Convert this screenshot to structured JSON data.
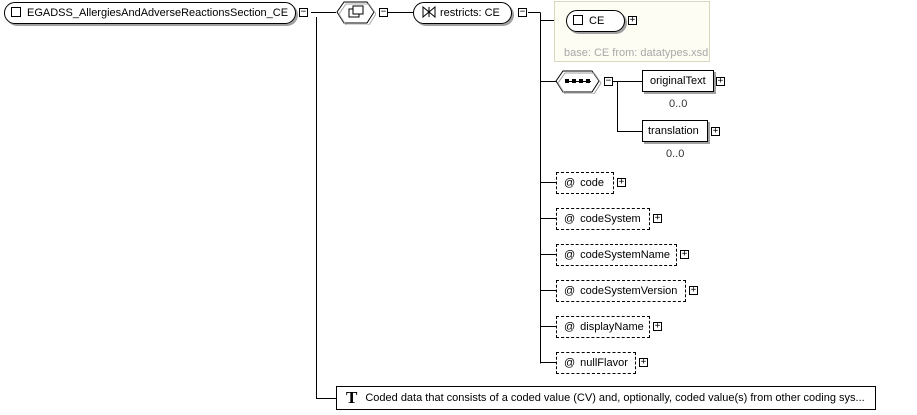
{
  "root": {
    "label": "EGADSS_AllergiesAndAdverseReactionsSection_CE",
    "toggle": "−"
  },
  "choice": {
    "toggle": "−"
  },
  "restricts": {
    "label": "restricts: CE",
    "toggle": "−"
  },
  "base": {
    "ce_label": "CE",
    "ce_toggle": "+",
    "base_text": "base: CE from: datatypes.xsd"
  },
  "sequence": {
    "toggle": "−"
  },
  "elements": [
    {
      "label": "originalText",
      "toggle": "+",
      "occurrence": "0..0"
    },
    {
      "label": "translation",
      "toggle": "+",
      "occurrence": "0..0"
    }
  ],
  "attributes": [
    {
      "at": "@",
      "label": "code",
      "toggle": "+"
    },
    {
      "at": "@",
      "label": "codeSystem",
      "toggle": "+"
    },
    {
      "at": "@",
      "label": "codeSystemName",
      "toggle": "+"
    },
    {
      "at": "@",
      "label": "codeSystemVersion",
      "toggle": "+"
    },
    {
      "at": "@",
      "label": "displayName",
      "toggle": "+"
    },
    {
      "at": "@",
      "label": "nullFlavor",
      "toggle": "+"
    }
  ],
  "annotation": {
    "glyph": "T",
    "text": "Coded data that consists of a coded value (CV) and, optionally, coded value(s) from other coding sys..."
  },
  "colors": {
    "base_panel_bg": "#fdfdf3",
    "base_panel_border": "#d8d8c0",
    "base_text": "#a8a8a8",
    "shadow": "#a0a0a0"
  }
}
